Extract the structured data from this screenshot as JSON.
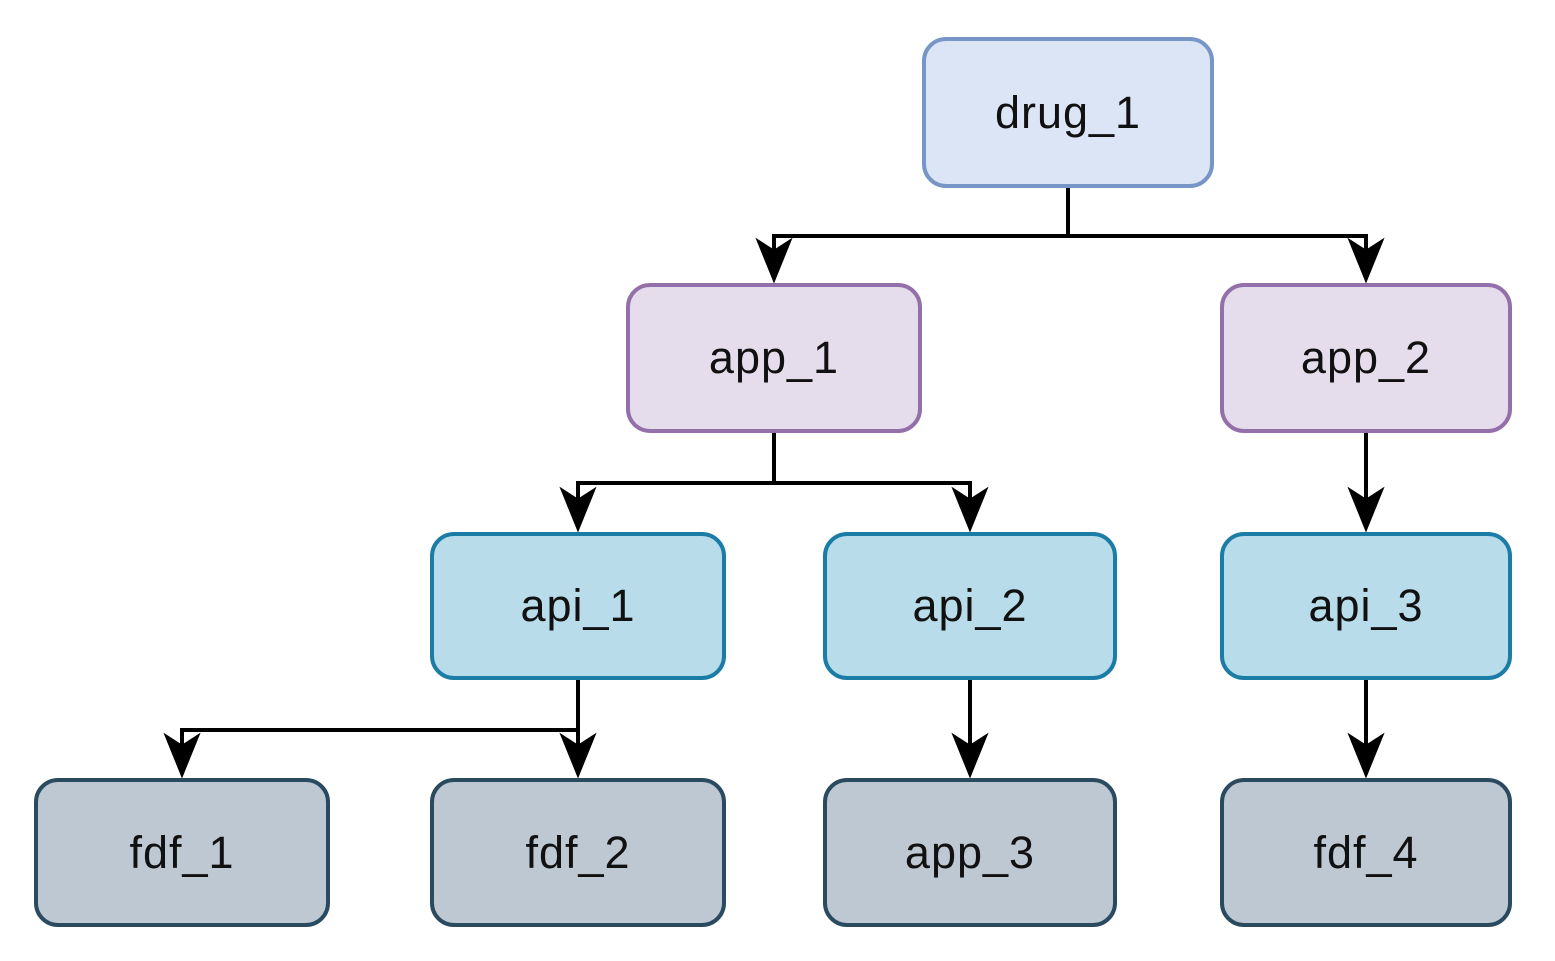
{
  "diagram": {
    "type": "tree",
    "background": "#ffffff",
    "edge_color": "#000000",
    "text_color": "#111111",
    "tiers": {
      "tier1": {
        "fill": "#dbe5f6",
        "border": "#7795c7"
      },
      "tier2": {
        "fill": "#e5dcec",
        "border": "#9470aa"
      },
      "tier3": {
        "fill": "#b9dcea",
        "border": "#1b7ca6"
      },
      "tier4": {
        "fill": "#bec8d3",
        "border": "#2a4a60"
      }
    },
    "nodes": [
      {
        "id": "drug_1",
        "label": "drug_1",
        "tier": 1
      },
      {
        "id": "app_1",
        "label": "app_1",
        "tier": 2
      },
      {
        "id": "app_2",
        "label": "app_2",
        "tier": 2
      },
      {
        "id": "api_1",
        "label": "api_1",
        "tier": 3
      },
      {
        "id": "api_2",
        "label": "api_2",
        "tier": 3
      },
      {
        "id": "api_3",
        "label": "api_3",
        "tier": 3
      },
      {
        "id": "fdf_1",
        "label": "fdf_1",
        "tier": 4
      },
      {
        "id": "fdf_2",
        "label": "fdf_2",
        "tier": 4
      },
      {
        "id": "app_3",
        "label": "app_3",
        "tier": 4
      },
      {
        "id": "fdf_4",
        "label": "fdf_4",
        "tier": 4
      }
    ],
    "edges": [
      {
        "from": "drug_1",
        "to": "app_1"
      },
      {
        "from": "drug_1",
        "to": "app_2"
      },
      {
        "from": "app_1",
        "to": "api_1"
      },
      {
        "from": "app_1",
        "to": "api_2"
      },
      {
        "from": "app_2",
        "to": "api_3"
      },
      {
        "from": "api_1",
        "to": "fdf_1"
      },
      {
        "from": "api_1",
        "to": "fdf_2"
      },
      {
        "from": "api_2",
        "to": "app_3"
      },
      {
        "from": "api_3",
        "to": "fdf_4"
      }
    ]
  }
}
